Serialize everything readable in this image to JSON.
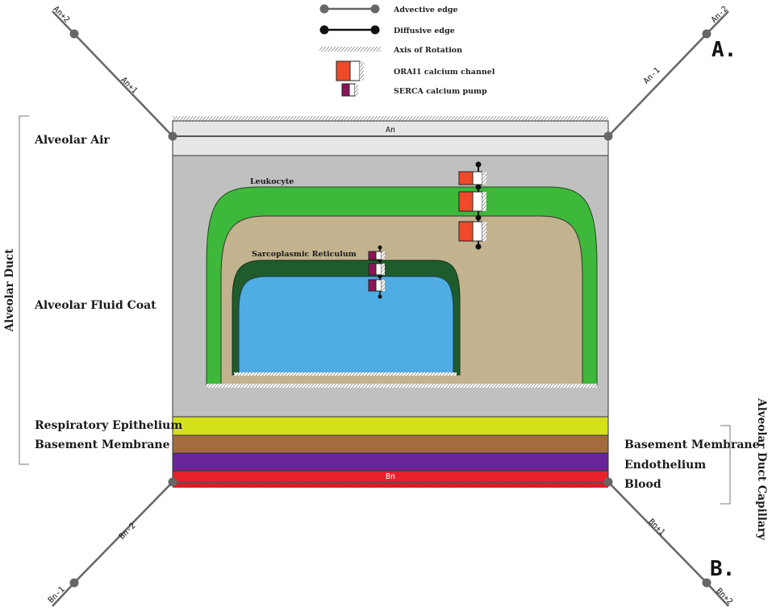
{
  "legend": {
    "advective_edge": "Advective edge",
    "diffusive_edge": "Diffusive edge",
    "axis_of_rotation": "Axis of Rotation",
    "orai1_channel": "ORAI1 calcium channel",
    "serca_pump": "SERCA calcium pump"
  },
  "nodes": {
    "a_n": "An",
    "a_n_minus_1": "An-1",
    "a_n_minus_2": "An-2",
    "a_n_plus_1": "An+1",
    "a_n_plus_2": "An+2",
    "b_n": "Bn",
    "b_n_minus_1": "Bn-1",
    "b_n_minus_2": "Bn-2",
    "b_n_plus_1": "Bn+1",
    "b_n_plus_2": "Bn+2"
  },
  "corner_labels": {
    "a": "A.",
    "b": "B."
  },
  "layers": {
    "alveolar_air": "Alveolar Air",
    "alveolar_fluid_coat": "Alveolar Fluid Coat",
    "leukocyte": "Leukocyte",
    "sarcoplasmic_reticulum": "Sarcoplasmic Reticulum",
    "respiratory_epithelium": "Respiratory Epithelium",
    "basement_membrane_left": "Basement Membrane",
    "basement_membrane_right": "Basement Membrane",
    "endothelium": "Endothelium",
    "blood": "Blood"
  },
  "groups": {
    "alveolar_duct": "Alveolar Duct",
    "alveolar_duct_capillary": "Alveolar Duct Capillary"
  },
  "colors": {
    "air": "#e6e6e6",
    "fluid_coat": "#c0c0c0",
    "leukocyte_membrane": "#3db83a",
    "cytoplasm": "#c2b38e",
    "sr_membrane": "#1f5c2c",
    "sr_lumen": "#4fade3",
    "respiratory_epithelium": "#d3e01a",
    "basement_membrane": "#a36b3f",
    "endothelium": "#6a249a",
    "blood": "#e8202a",
    "orai1": "#f0492a",
    "serca": "#8e1458",
    "edge": "#555555"
  }
}
